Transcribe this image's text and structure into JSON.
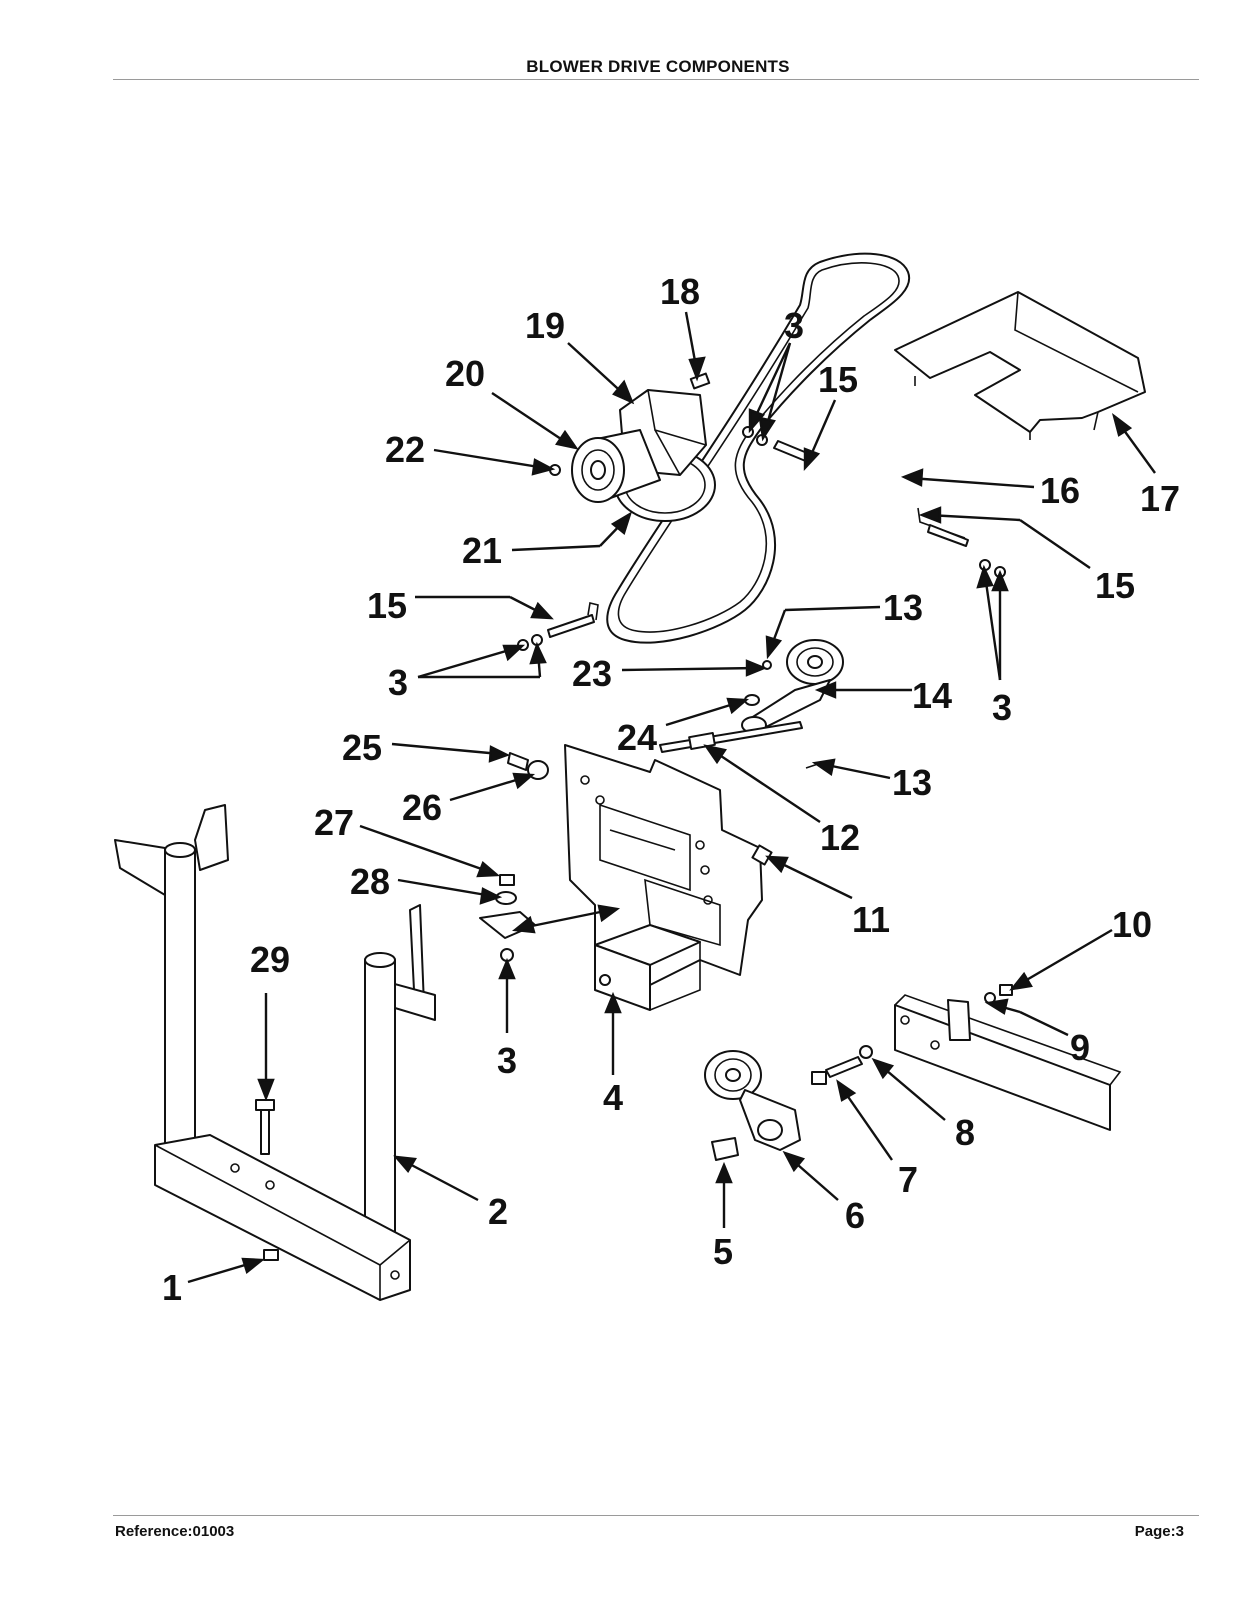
{
  "header": {
    "title": "BLOWER DRIVE COMPONENTS"
  },
  "footer": {
    "reference": "Reference:01003",
    "page": "Page:3"
  },
  "callouts": [
    {
      "id": "c18",
      "label": "18"
    },
    {
      "id": "c19",
      "label": "19"
    },
    {
      "id": "c3a",
      "label": "3"
    },
    {
      "id": "c15a",
      "label": "15"
    },
    {
      "id": "c20",
      "label": "20"
    },
    {
      "id": "c22",
      "label": "22"
    },
    {
      "id": "c16",
      "label": "16"
    },
    {
      "id": "c17",
      "label": "17"
    },
    {
      "id": "c21",
      "label": "21"
    },
    {
      "id": "c15b",
      "label": "15"
    },
    {
      "id": "c15c",
      "label": "15"
    },
    {
      "id": "c13a",
      "label": "13"
    },
    {
      "id": "c3b",
      "label": "3"
    },
    {
      "id": "c23",
      "label": "23"
    },
    {
      "id": "c14",
      "label": "14"
    },
    {
      "id": "c3c",
      "label": "3"
    },
    {
      "id": "c24",
      "label": "24"
    },
    {
      "id": "c25",
      "label": "25"
    },
    {
      "id": "c13b",
      "label": "13"
    },
    {
      "id": "c26",
      "label": "26"
    },
    {
      "id": "c12",
      "label": "12"
    },
    {
      "id": "c27",
      "label": "27"
    },
    {
      "id": "c28",
      "label": "28"
    },
    {
      "id": "c11",
      "label": "11"
    },
    {
      "id": "c10",
      "label": "10"
    },
    {
      "id": "c29",
      "label": "29"
    },
    {
      "id": "c3d",
      "label": "3"
    },
    {
      "id": "c9",
      "label": "9"
    },
    {
      "id": "c4",
      "label": "4"
    },
    {
      "id": "c8",
      "label": "8"
    },
    {
      "id": "c7",
      "label": "7"
    },
    {
      "id": "c2",
      "label": "2"
    },
    {
      "id": "c6",
      "label": "6"
    },
    {
      "id": "c5",
      "label": "5"
    },
    {
      "id": "c1",
      "label": "1"
    }
  ]
}
